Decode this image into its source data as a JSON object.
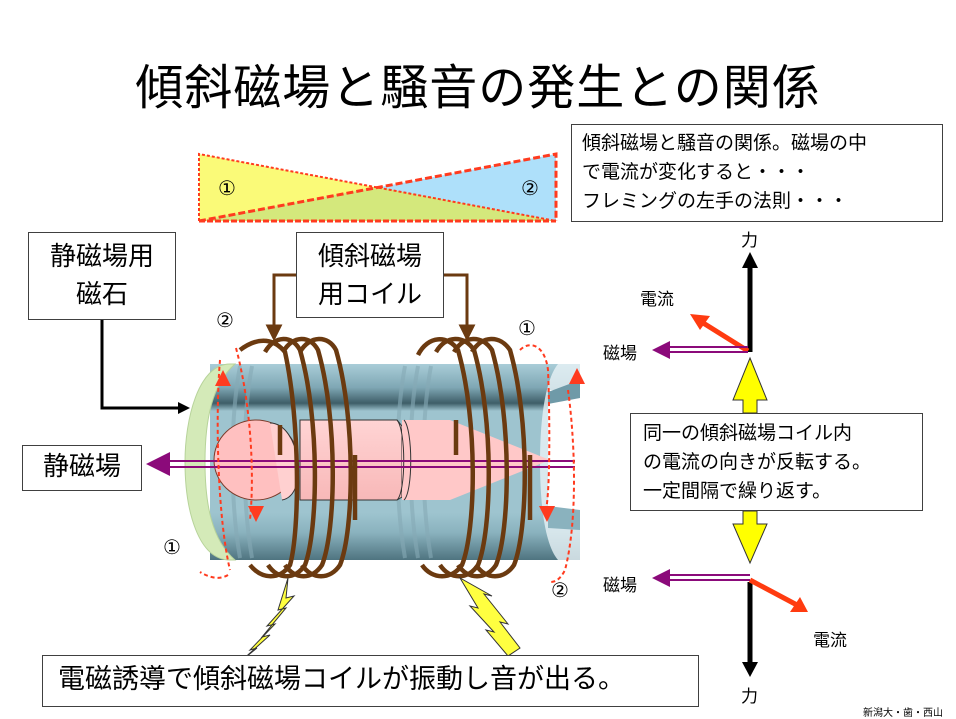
{
  "title": "傾斜磁場と騒音の発生との関係",
  "explanation_box": {
    "lines": [
      "傾斜磁場と騒音の関係。磁場の中",
      "で電流が変化すると・・・",
      "フレミングの左手の法則・・・"
    ]
  },
  "gradient_legend": {
    "left_label": "①",
    "right_label": "②",
    "colors": {
      "region1": "#fafa78",
      "region2": "#aee0fa",
      "overlap": "#d4e87c",
      "dash": "#ff3b1f"
    }
  },
  "labels": {
    "static_magnet": [
      "静磁場用",
      "磁石"
    ],
    "gradient_coil": [
      "傾斜磁場",
      "用コイル"
    ],
    "static_field": "静磁場",
    "coil_left_top": "②",
    "coil_right_top": "①",
    "coil_left_bottom": "①",
    "coil_right_bottom": "②"
  },
  "fleming_top": {
    "force": "力",
    "current": "電流",
    "field": "磁場"
  },
  "fleming_bottom": {
    "force": "力",
    "current": "電流",
    "field": "磁場"
  },
  "reverse_box": {
    "lines": [
      "同一の傾斜磁場コイル内",
      "の電流の向きが反転する。",
      "一定間隔で繰り返す。"
    ]
  },
  "bottom_box": {
    "text": "電磁誘導で傾斜磁場コイルが振動し音が出る。"
  },
  "credit": "新潟大・歯・西山",
  "colors": {
    "cylinder": "#9cc3cf",
    "cylinder_dark": "#6f9aa8",
    "cylinder_end": "#d4eab8",
    "patient": "#ffc8c8",
    "coil": "#6b3a10",
    "field_arrow": "#8b0a7a",
    "current_arrow": "#ff3b10",
    "force_arrow": "#000000",
    "yellow_arrow": "#ffff00"
  }
}
